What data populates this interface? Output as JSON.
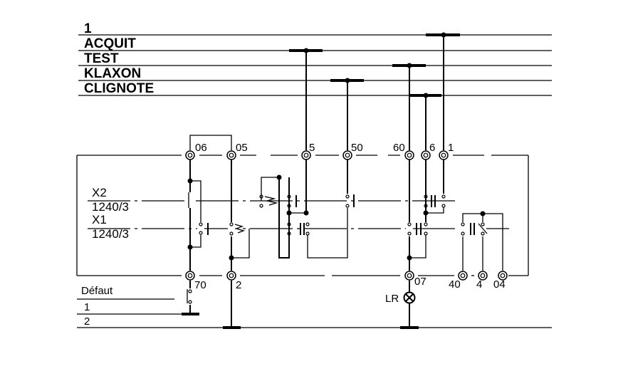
{
  "buses": [
    {
      "id": "bus-1",
      "label": "1"
    },
    {
      "id": "bus-acquit",
      "label": "ACQUIT"
    },
    {
      "id": "bus-test",
      "label": "TEST"
    },
    {
      "id": "bus-klaxon",
      "label": "KLAXON"
    },
    {
      "id": "bus-clignote",
      "label": "CLIGNOTE"
    }
  ],
  "top_terminals": [
    "06",
    "05",
    "5",
    "50",
    "60",
    "6",
    "1"
  ],
  "bottom_terminals": [
    "70",
    "2",
    "07",
    "40",
    "4",
    "04"
  ],
  "relays": {
    "x2": {
      "name": "X2",
      "ref": "1240/3"
    },
    "x1": {
      "name": "X1",
      "ref": "1240/3"
    }
  },
  "lamp": {
    "label": "LR"
  },
  "fault": {
    "title": "Défaut",
    "line_1": "1",
    "line_2": "2"
  }
}
